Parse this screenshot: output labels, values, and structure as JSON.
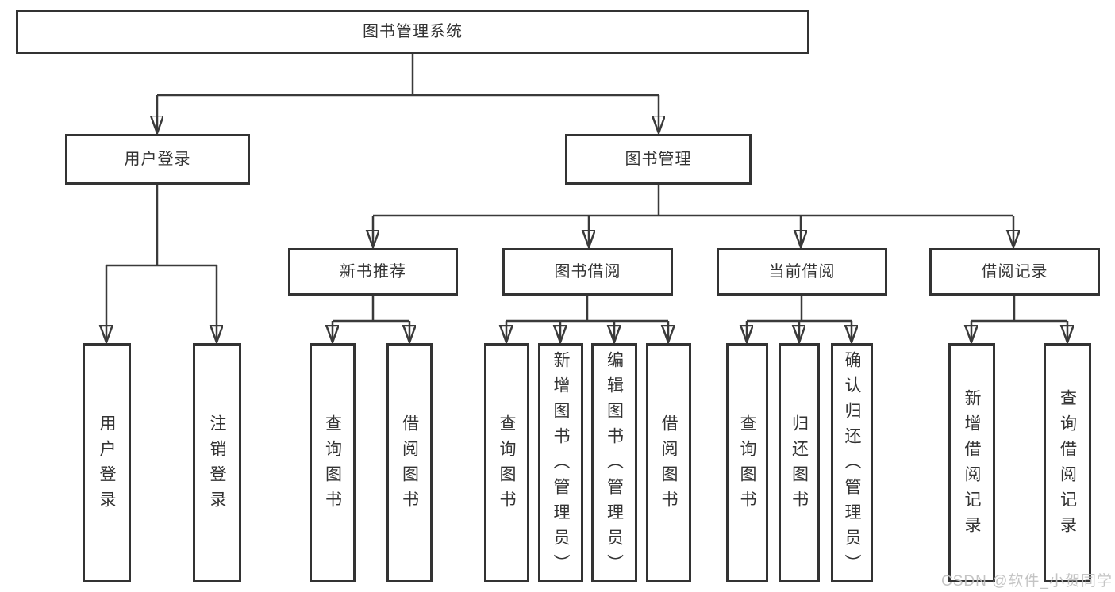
{
  "diagram": {
    "root": {
      "label": "图书管理系统"
    },
    "level2": {
      "user_login": {
        "label": "用户登录"
      },
      "book_management": {
        "label": "图书管理"
      }
    },
    "level3": {
      "new_book_recommend": {
        "label": "新书推荐"
      },
      "book_borrowing": {
        "label": "图书借阅"
      },
      "current_borrowing": {
        "label": "当前借阅"
      },
      "borrowing_records": {
        "label": "借阅记录"
      }
    },
    "leaves": {
      "user_login_leaf": {
        "label": "用户登录"
      },
      "logout": {
        "label": "注销登录"
      },
      "query_books_1": {
        "label": "查询图书"
      },
      "borrow_books_1": {
        "label": "借阅图书"
      },
      "query_books_2": {
        "label": "查询图书"
      },
      "add_book_admin": {
        "label": "新增图书（管理员）"
      },
      "edit_book_admin": {
        "label": "编辑图书（管理员）"
      },
      "borrow_books_2": {
        "label": "借阅图书"
      },
      "query_books_3": {
        "label": "查询图书"
      },
      "return_book": {
        "label": "归还图书"
      },
      "confirm_return_admin": {
        "label": "确认归还（管理员）"
      },
      "add_borrow_record": {
        "label": "新增借阅记录"
      },
      "query_borrow_record": {
        "label": "查询借阅记录"
      }
    },
    "watermark": "CSDN @软件_小贺同学",
    "colors": {
      "line": "#3a3a3a",
      "border": "#333333",
      "text": "#333333",
      "watermark": "#c0c0c0",
      "background": "#ffffff"
    }
  }
}
